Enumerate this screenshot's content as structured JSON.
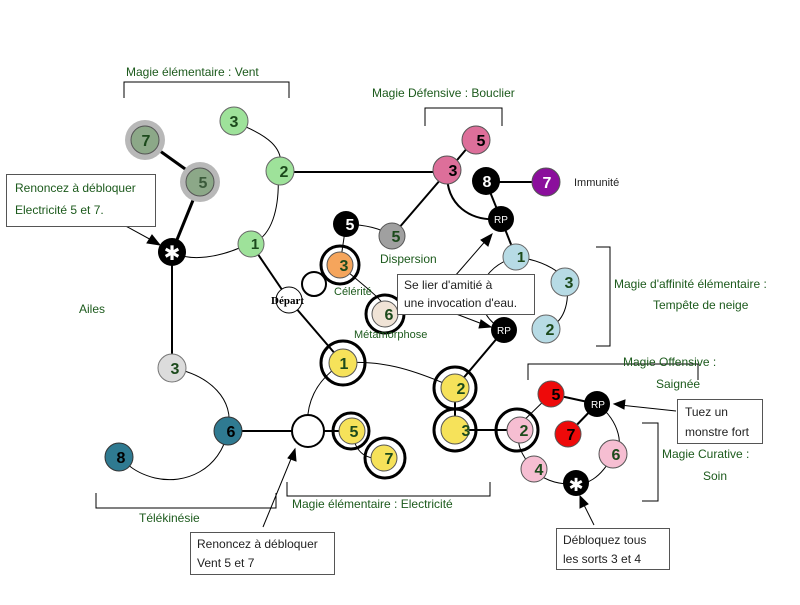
{
  "labels": {
    "wind_title": "Magie élémentaire : Vent",
    "shield_title": "Magie Défensive : Bouclier",
    "immunity": "Immunité",
    "dispersion": "Dispersion",
    "celerity": "Célérité",
    "start": "Départ",
    "metamorphosis": "Métamorphose",
    "wings": "Ailes",
    "telekinesis": "Télékinésie",
    "electricity_title": "Magie élémentaire : Electricité",
    "affinity_title_1": "Magie d'affinité élémentaire :",
    "affinity_title_2": "Tempête de neige",
    "offensive_title_1": "Magie Offensive :",
    "offensive_title_2": "Saignée",
    "curative_title_1": "Magie Curative :",
    "curative_title_2": "Soin"
  },
  "notes": {
    "renounce_elec_1": "Renoncez à débloquer",
    "renounce_elec_2": "Electricité 5 et 7.",
    "bond_1": "Se lier d'amitié à",
    "bond_2": "une invocation d'eau.",
    "kill_1": "Tuez un",
    "kill_2": "monstre fort",
    "renounce_wind_1": "Renoncez à débloquer",
    "renounce_wind_2": "Vent 5 et 7",
    "unlock_1": "Débloquez tous",
    "unlock_2": "les sorts 3 et 4"
  },
  "nodes": {
    "wind": [
      "3",
      "2",
      "1",
      "7",
      "5"
    ],
    "shield": [
      "3",
      "5",
      "8",
      "7"
    ],
    "rp_shield": "RP",
    "dispersion": "5",
    "dispersion_dark": "5",
    "celerity": "3",
    "metamorphosis": "6",
    "snow": [
      "1",
      "3",
      "2"
    ],
    "rp_snow": "RP",
    "elec": [
      "1",
      "2",
      "3",
      "5",
      "7"
    ],
    "wings": "3",
    "tele": [
      "6",
      "8"
    ],
    "bleed": [
      "5",
      "7"
    ],
    "rp_bleed": "RP",
    "heal": [
      "2",
      "4",
      "6"
    ]
  },
  "colors": {
    "wind_green": "#9ee29a",
    "gray_green": "#8ca888",
    "pink": "#dd6f9a",
    "purple": "#8b0f9c",
    "gray": "#a0a0a0",
    "orange": "#f5a55c",
    "beige": "#f0e3d6",
    "light_blue": "#b7dbe5",
    "yellow": "#f6e25a",
    "teal": "#2f7a91",
    "red": "#ee0a0a",
    "light_pink": "#f6bed2",
    "wing_gray": "#dcdcdc"
  },
  "icons": {
    "star_node": "asterisk-icon"
  }
}
